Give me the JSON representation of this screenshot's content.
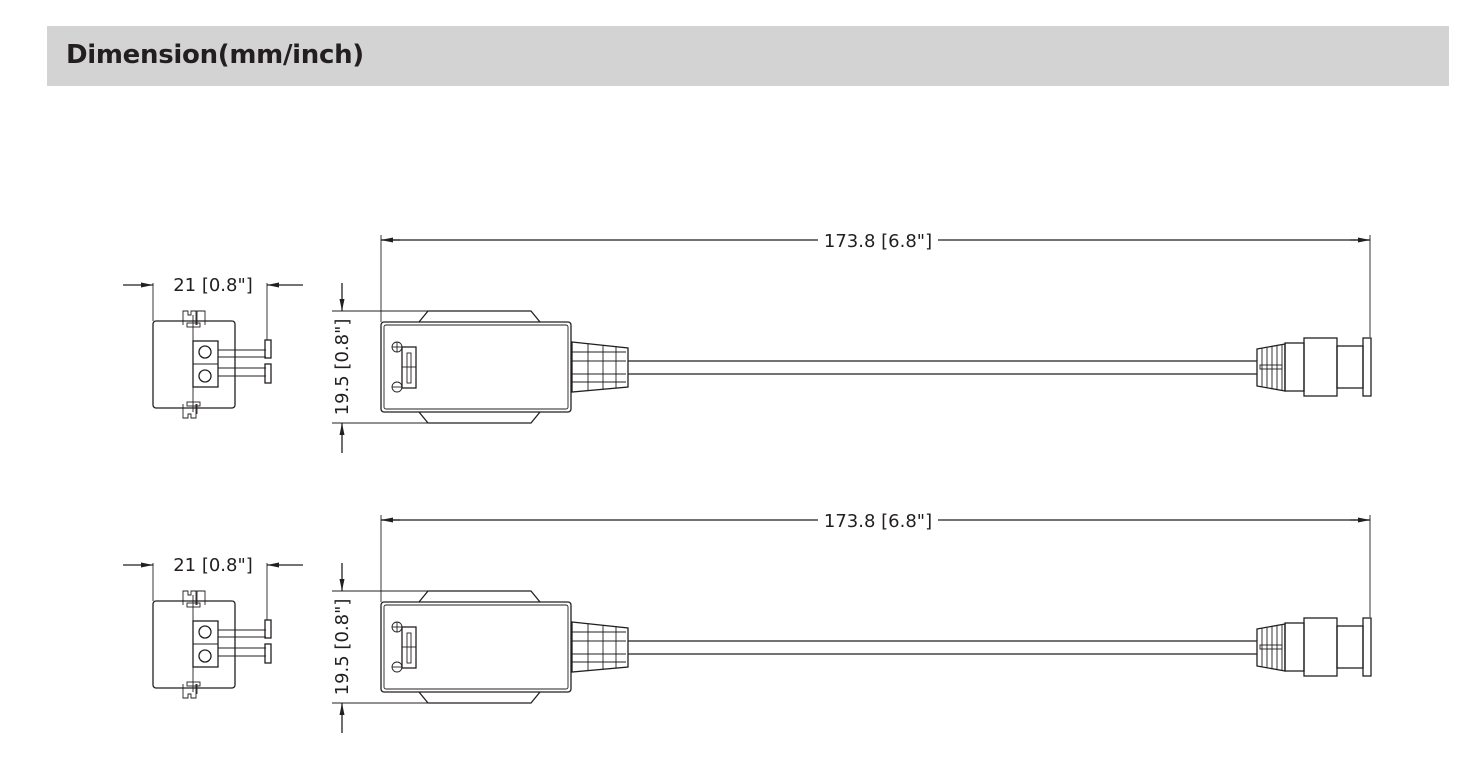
{
  "header": {
    "title": "Dimension(mm/inch)"
  },
  "drawings": [
    {
      "width_label": "21 [0.8\"]",
      "height_label": "19.5 [0.8\"]",
      "length_label": "173.8 [6.8\"]"
    },
    {
      "width_label": "21 [0.8\"]",
      "height_label": "19.5 [0.8\"]",
      "length_label": "173.8 [6.8\"]"
    }
  ]
}
